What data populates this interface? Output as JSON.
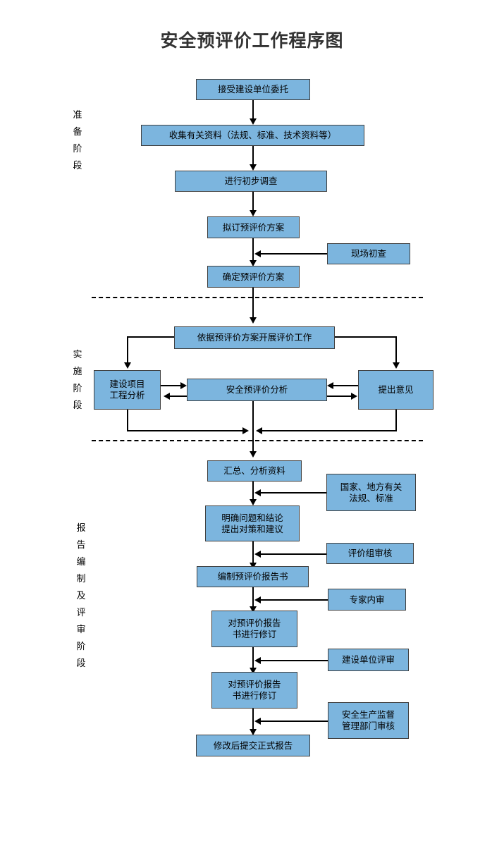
{
  "title": "安全预评价工作程序图",
  "colors": {
    "node_fill": "#7CB5DE",
    "node_border": "#3f3f3f",
    "line": "#000000",
    "title_text": "#333333",
    "background": "#ffffff"
  },
  "stages": [
    {
      "id": "preparation",
      "label": "准备阶段"
    },
    {
      "id": "implementation",
      "label": "实施阶段"
    },
    {
      "id": "reporting",
      "label": "报告编制及评审阶段"
    }
  ],
  "nodes": {
    "accept_commission": "接受建设单位委托",
    "collect_materials": "收集有关资料（法规、标准、技术资料等）",
    "preliminary_survey": "进行初步调查",
    "draft_plan": "拟订预评价方案",
    "site_inspection": "现场初查",
    "confirm_plan": "确定预评价方案",
    "carry_out_evaluation": "依据预评价方案开展评价工作",
    "project_engineering_analysis": "建设项目\n工程分析",
    "safety_pre_evaluation_analysis": "安全预评价分析",
    "propose_opinions": "提出意见",
    "summarize_analyze": "汇总、分析资料",
    "clarify_conclusions": "明确问题和结论\n提出对策和建议",
    "national_local_regulations": "国家、地方有关\n法规、标准",
    "compile_report": "编制预评价报告书",
    "evaluation_group_review": "评价组审核",
    "revise_report_1": "对预评价报告\n书进行修订",
    "expert_internal_review": "专家内审",
    "revise_report_2": "对预评价报告\n书进行修订",
    "construction_unit_review": "建设单位评审",
    "submit_final_report": "修改后提交正式报告",
    "safety_supervision_review": "安全生产监督\n管理部门审核"
  }
}
